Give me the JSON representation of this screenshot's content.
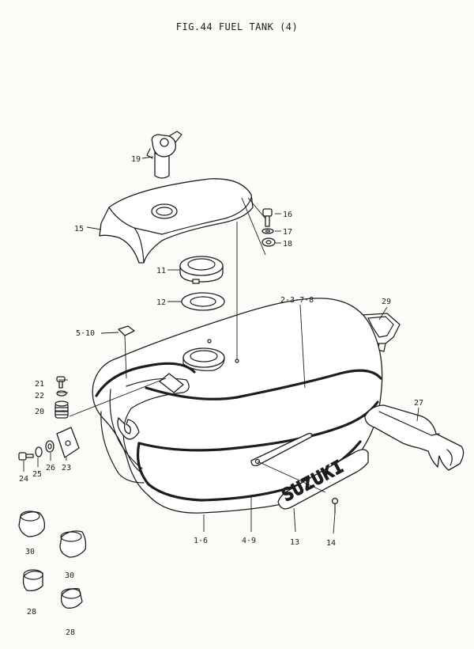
{
  "title": "FIG.44  FUEL TANK (4)",
  "emblem_text": "SUZUKI",
  "callouts": [
    {
      "id": "c19",
      "label": "19"
    },
    {
      "id": "c15",
      "label": "15"
    },
    {
      "id": "c16",
      "label": "16"
    },
    {
      "id": "c17",
      "label": "17"
    },
    {
      "id": "c18",
      "label": "18"
    },
    {
      "id": "c11",
      "label": "11"
    },
    {
      "id": "c12",
      "label": "12"
    },
    {
      "id": "c2378",
      "label": "2·3·7·8"
    },
    {
      "id": "c29",
      "label": "29"
    },
    {
      "id": "c510",
      "label": "5·10"
    },
    {
      "id": "c21",
      "label": "21"
    },
    {
      "id": "c22",
      "label": "22"
    },
    {
      "id": "c20",
      "label": "20"
    },
    {
      "id": "c27",
      "label": "27"
    },
    {
      "id": "c24",
      "label": "24"
    },
    {
      "id": "c25",
      "label": "25"
    },
    {
      "id": "c26",
      "label": "26"
    },
    {
      "id": "c23",
      "label": "23"
    },
    {
      "id": "c16b",
      "label": "1·6"
    },
    {
      "id": "c49",
      "label": "4·9"
    },
    {
      "id": "c13",
      "label": "13"
    },
    {
      "id": "c14",
      "label": "14"
    },
    {
      "id": "c30a",
      "label": "30"
    },
    {
      "id": "c30b",
      "label": "30"
    },
    {
      "id": "c28a",
      "label": "28"
    },
    {
      "id": "c28b",
      "label": "28"
    }
  ]
}
